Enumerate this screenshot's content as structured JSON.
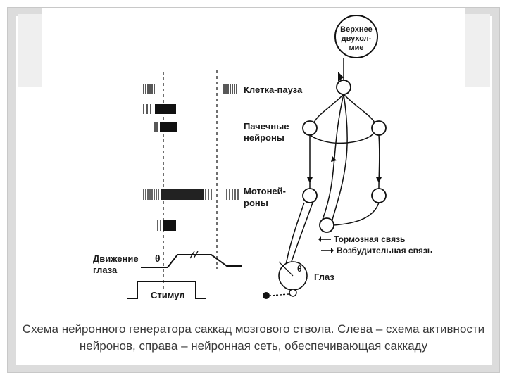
{
  "diagram": {
    "labels": {
      "superior_colliculus": [
        "Верхнее",
        "двухол-",
        "мие"
      ],
      "pause_cell": "Клетка-пауза",
      "burst_neurons": [
        "Пачечные",
        "нейроны"
      ],
      "motoneurons": [
        "Мотоней-",
        "роны"
      ],
      "eye_movement": [
        "Движение",
        "глаза"
      ],
      "theta": "θ",
      "stimulus": "Стимул",
      "inhibitory": "Тормозная связь",
      "excitatory": "Возбудительная связь",
      "eye": "Глаз"
    }
  },
  "caption": "Схема нейронного генератора саккад мозгового ствола. Слева – схема активности нейронов, справа – нейронная сеть, обеспечивающая саккаду"
}
